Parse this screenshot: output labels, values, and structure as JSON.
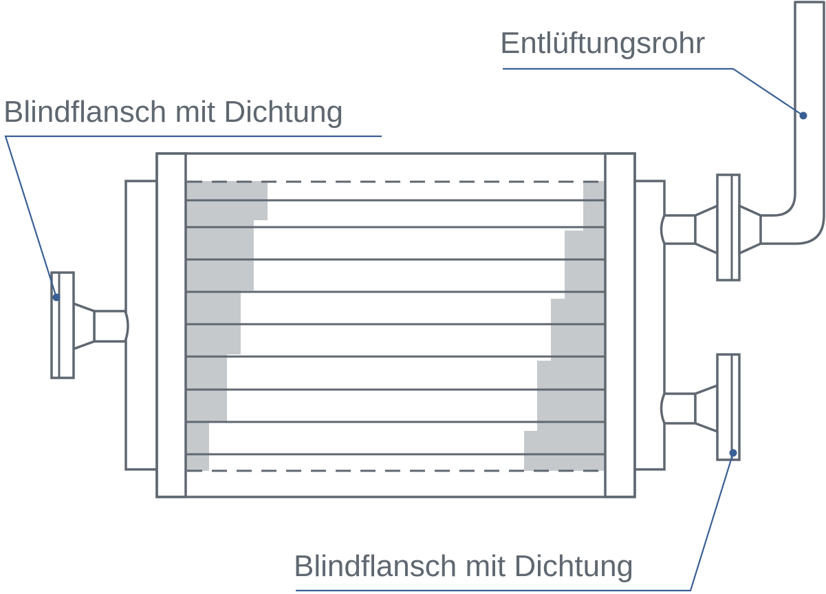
{
  "labels": {
    "vent_pipe": "Entlüftungsrohr",
    "blind_flange_left": "Blindflansch mit Dichtung",
    "blind_flange_bottom": "Blindflansch mit Dichtung"
  },
  "colors": {
    "outline": "#5f6770",
    "deposit": "#c6c9cc",
    "leader": "#3a5f94",
    "background": "#ffffff"
  }
}
